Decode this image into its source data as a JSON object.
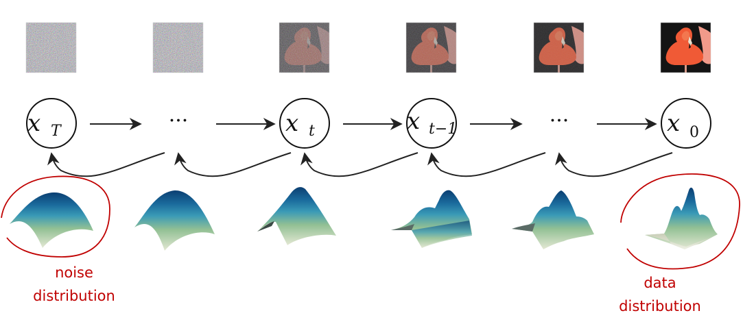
{
  "diagram": {
    "title": "Diffusion process: noise to data",
    "nodes": [
      {
        "id": "xT",
        "base": "x",
        "subscript": "T",
        "subscript_italic": true,
        "kind": "node"
      },
      {
        "id": "dots1",
        "text": "···",
        "kind": "ellipsis"
      },
      {
        "id": "xt",
        "base": "x",
        "subscript": "t",
        "subscript_italic": true,
        "kind": "node"
      },
      {
        "id": "xt1",
        "base": "x",
        "subscript": "t−1",
        "subscript_italic": true,
        "kind": "node"
      },
      {
        "id": "dots2",
        "text": "···",
        "kind": "ellipsis"
      },
      {
        "id": "x0",
        "base": "x",
        "subscript": "0",
        "subscript_italic": false,
        "kind": "node"
      }
    ],
    "forward_arrows": [
      {
        "from": "xT",
        "to": "dots1"
      },
      {
        "from": "dots1",
        "to": "xt"
      },
      {
        "from": "xt",
        "to": "xt1"
      },
      {
        "from": "xt1",
        "to": "dots2"
      },
      {
        "from": "dots2",
        "to": "x0"
      }
    ],
    "backward_arrows": [
      {
        "from": "dots1",
        "to": "xT"
      },
      {
        "from": "xt",
        "to": "dots1"
      },
      {
        "from": "xt1",
        "to": "xt"
      },
      {
        "from": "dots2",
        "to": "xt1"
      },
      {
        "from": "x0",
        "to": "dots2"
      }
    ],
    "thumbnails": [
      {
        "step": "xT",
        "noise_level": 1.0,
        "description": "pure noise"
      },
      {
        "step": "dots1",
        "noise_level": 0.95,
        "description": "mostly noise"
      },
      {
        "step": "xt",
        "noise_level": 0.8,
        "description": "faint flamingo silhouette"
      },
      {
        "step": "xt1",
        "noise_level": 0.55,
        "description": "noisy flamingo"
      },
      {
        "step": "dots2",
        "noise_level": 0.3,
        "description": "slightly noisy flamingo"
      },
      {
        "step": "x0",
        "noise_level": 0.0,
        "description": "clean flamingo image"
      }
    ],
    "surfaces": [
      {
        "step": "xT",
        "peaks": 1,
        "shape": "single broad gaussian"
      },
      {
        "step": "dots1",
        "peaks": 1,
        "shape": "single gaussian"
      },
      {
        "step": "xt",
        "peaks": 1,
        "shape": "slightly skewed gaussian"
      },
      {
        "step": "xt1",
        "peaks": 2,
        "shape": "two merged peaks"
      },
      {
        "step": "dots2",
        "peaks": 3,
        "shape": "three emerging peaks"
      },
      {
        "step": "x0",
        "peaks": 3,
        "shape": "three sharp peaks"
      }
    ],
    "annotations": {
      "noise": {
        "line1": "noise",
        "line2": "distribution"
      },
      "data": {
        "line1": "data",
        "line2": "distribution"
      }
    },
    "colors": {
      "annotation": "#c00000",
      "ink": "#111111",
      "surface_top": "#0b4a7e",
      "surface_mid": "#3a9ab6",
      "surface_low": "#a6c98f",
      "surface_base": "#dfe3cf",
      "flamingo": "#e8573a",
      "photo_bg": "#141414"
    }
  }
}
